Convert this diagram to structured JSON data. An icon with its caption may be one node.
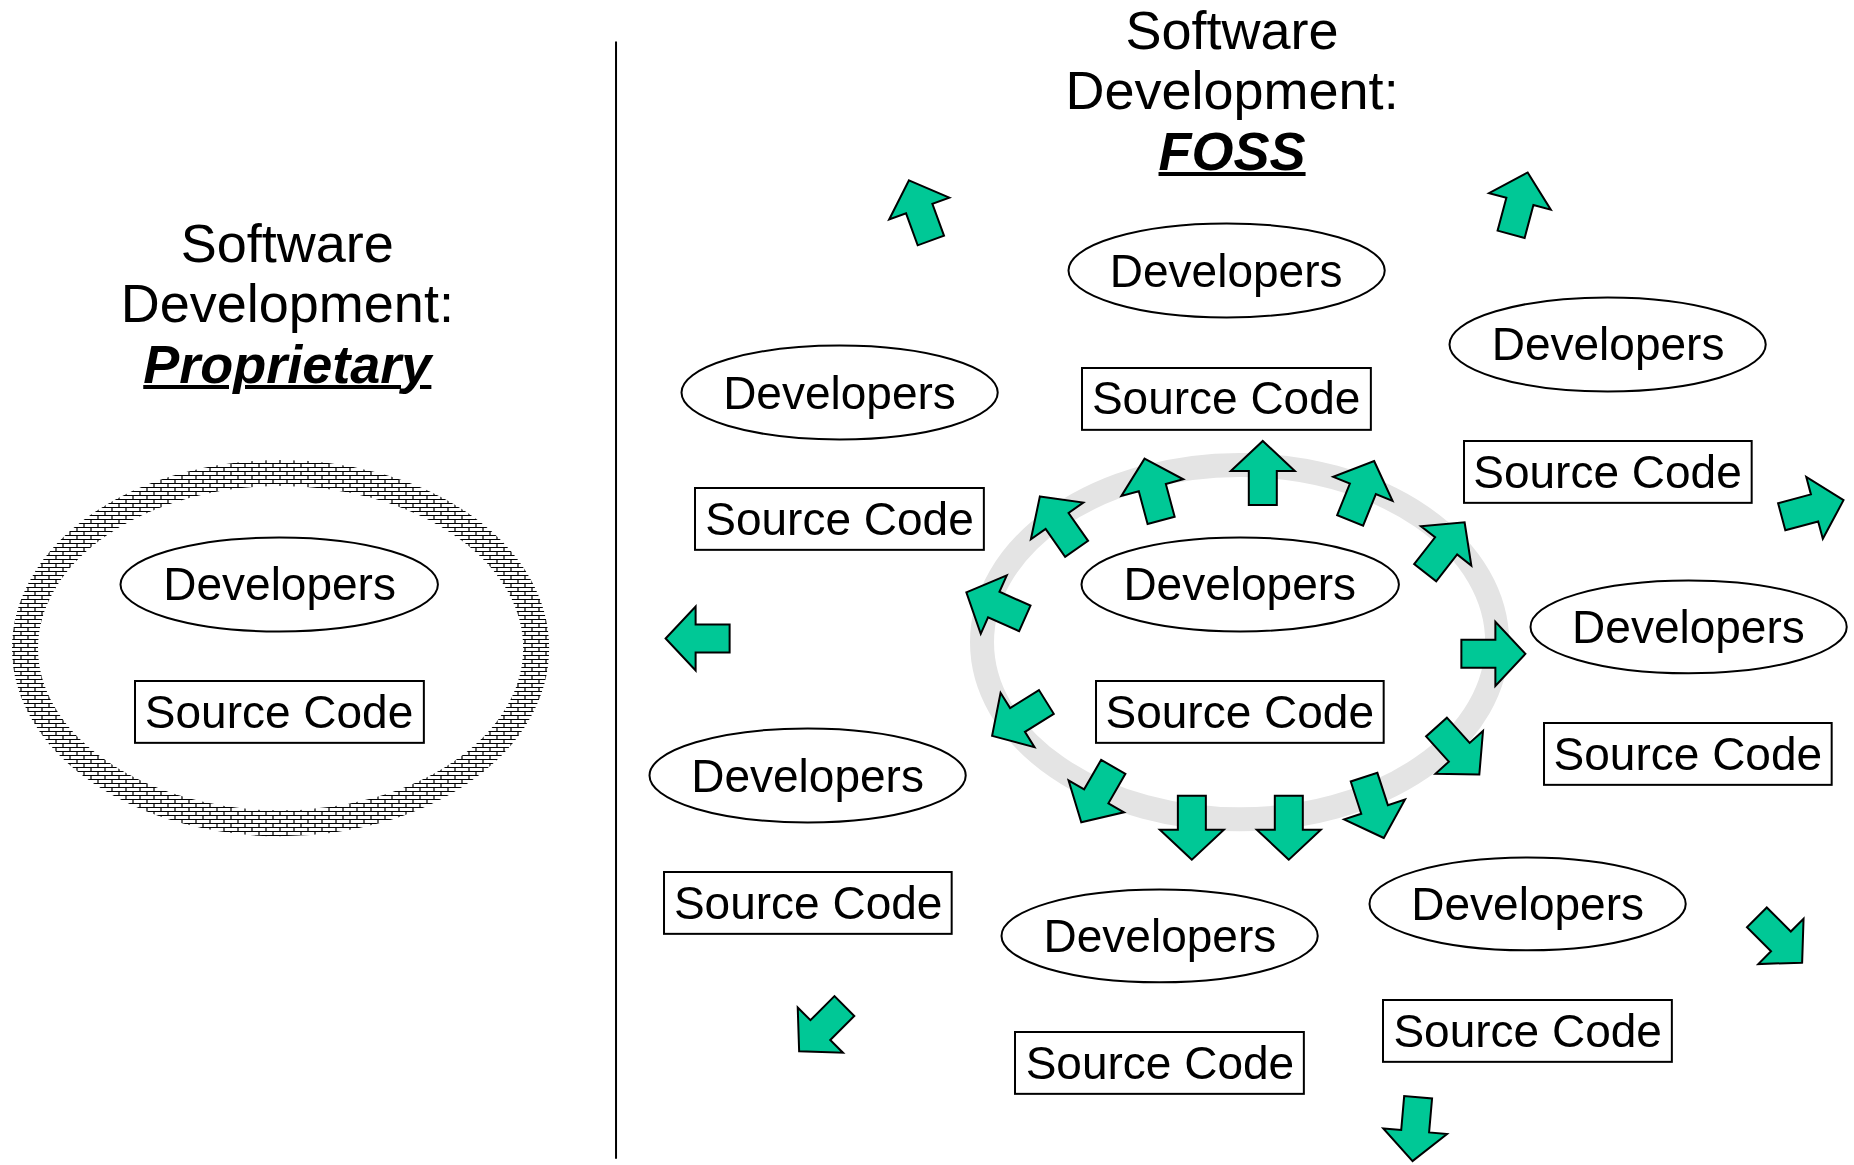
{
  "diagram": {
    "nodes": [
      {
        "text": [],
        "shape": "ellipse"
      },
      {
        "text": [
          "Developers"
        ],
        "in": 0
      },
      {
        "text": [
          "Source Code"
        ],
        "in": 0
      },
      {
        "text": [],
        "shape": "ellipse"
      },
      {
        "text": [
          "Developers"
        ]
      },
      {
        "text": [
          "Source Code"
        ]
      },
      {
        "text": [
          "Developers"
        ]
      },
      {
        "text": [
          "Source Code"
        ]
      },
      {
        "text": [
          "Developers"
        ]
      },
      {
        "text": [
          "Source Code"
        ]
      },
      {
        "text": [
          "Developers"
        ],
        "in": 3
      },
      {
        "text": [
          "Source Code"
        ],
        "in": 3
      },
      {
        "text": [
          "Developers"
        ]
      },
      {
        "text": [
          "Source Code"
        ]
      },
      {
        "text": [
          "Developers"
        ]
      },
      {
        "text": [
          "Source Code"
        ]
      },
      {
        "text": [
          "Developers"
        ]
      },
      {
        "text": [
          "Source Code"
        ]
      },
      {
        "text": [
          "Developers"
        ]
      },
      {
        "text": [
          "Source Code"
        ]
      }
    ],
    "edges": [
      {
        "from": 3,
        "to": null,
        "arrow": "to"
      },
      {
        "from": 3,
        "to": null,
        "arrow": "to"
      },
      {
        "from": 3,
        "to": null,
        "arrow": "to"
      },
      {
        "from": 3,
        "to": null,
        "arrow": "to"
      },
      {
        "from": 3,
        "to": null,
        "arrow": "to"
      },
      {
        "from": 3,
        "to": null,
        "arrow": "to"
      },
      {
        "from": 3,
        "to": null,
        "arrow": "to"
      },
      {
        "from": 3,
        "to": null,
        "arrow": "to"
      },
      {
        "from": 3,
        "to": null,
        "arrow": "to"
      },
      {
        "from": 3,
        "to": null,
        "arrow": "to"
      },
      {
        "from": 3,
        "to": null,
        "arrow": "to"
      },
      {
        "from": 3,
        "to": null,
        "arrow": "to"
      },
      {
        "from": 3,
        "to": null,
        "arrow": "to"
      }
    ],
    "labels": [
      "Software Development: *Proprietary*",
      "Software Development: *FOSS*"
    ]
  }
}
